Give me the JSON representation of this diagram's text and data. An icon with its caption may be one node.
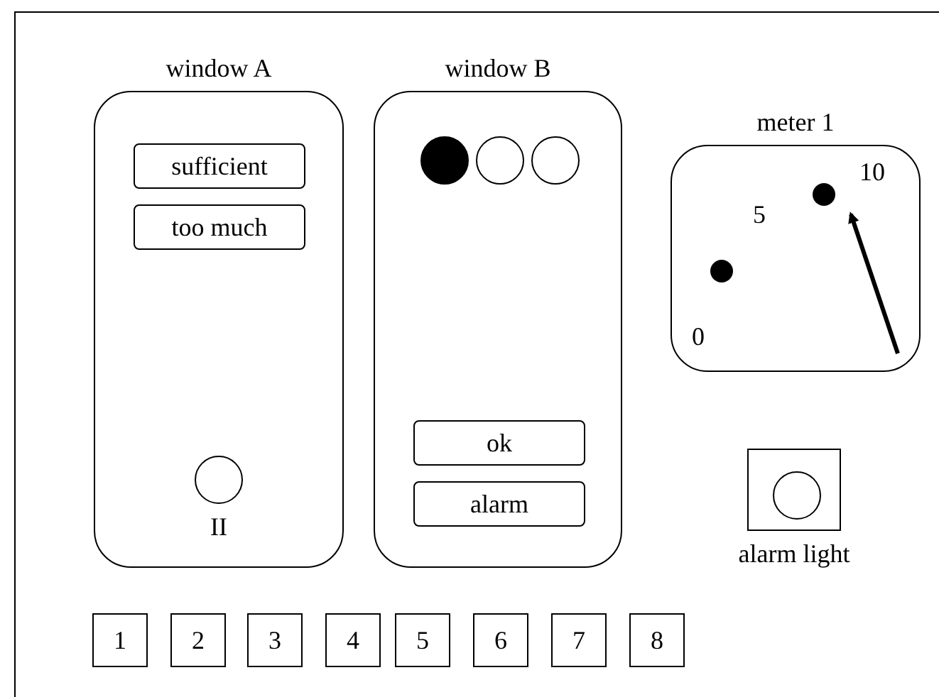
{
  "diagram": {
    "nodes": [
      {
        "text": [
          "window A"
        ]
      },
      {
        "text": [
          "sufficient"
        ],
        "in": 0
      },
      {
        "text": [
          "too much"
        ],
        "in": 0
      },
      {
        "text": [],
        "shape": "circle",
        "in": 0,
        "beside": [
          "II"
        ]
      },
      {
        "text": [
          "window B"
        ]
      },
      {
        "text": [],
        "shape": "dot",
        "in": 4
      },
      {
        "text": [],
        "shape": "circle",
        "in": 4
      },
      {
        "text": [],
        "shape": "circle",
        "in": 4
      },
      {
        "text": [
          "ok"
        ],
        "in": 4
      },
      {
        "text": [
          "alarm"
        ],
        "in": 4
      },
      {
        "text": [
          "meter 1"
        ]
      },
      {
        "text": [
          "alarm light"
        ]
      },
      {
        "text": [],
        "shape": "circle",
        "in": 11
      },
      {
        "text": [
          "1"
        ]
      },
      {
        "text": [
          "2"
        ]
      },
      {
        "text": [
          "3"
        ]
      },
      {
        "text": [
          "4"
        ]
      },
      {
        "text": [
          "5"
        ]
      },
      {
        "text": [
          "6"
        ]
      },
      {
        "text": [
          "7"
        ]
      },
      {
        "text": [
          "8"
        ]
      }
    ],
    "labels": [
      "10",
      "5",
      "0"
    ]
  }
}
